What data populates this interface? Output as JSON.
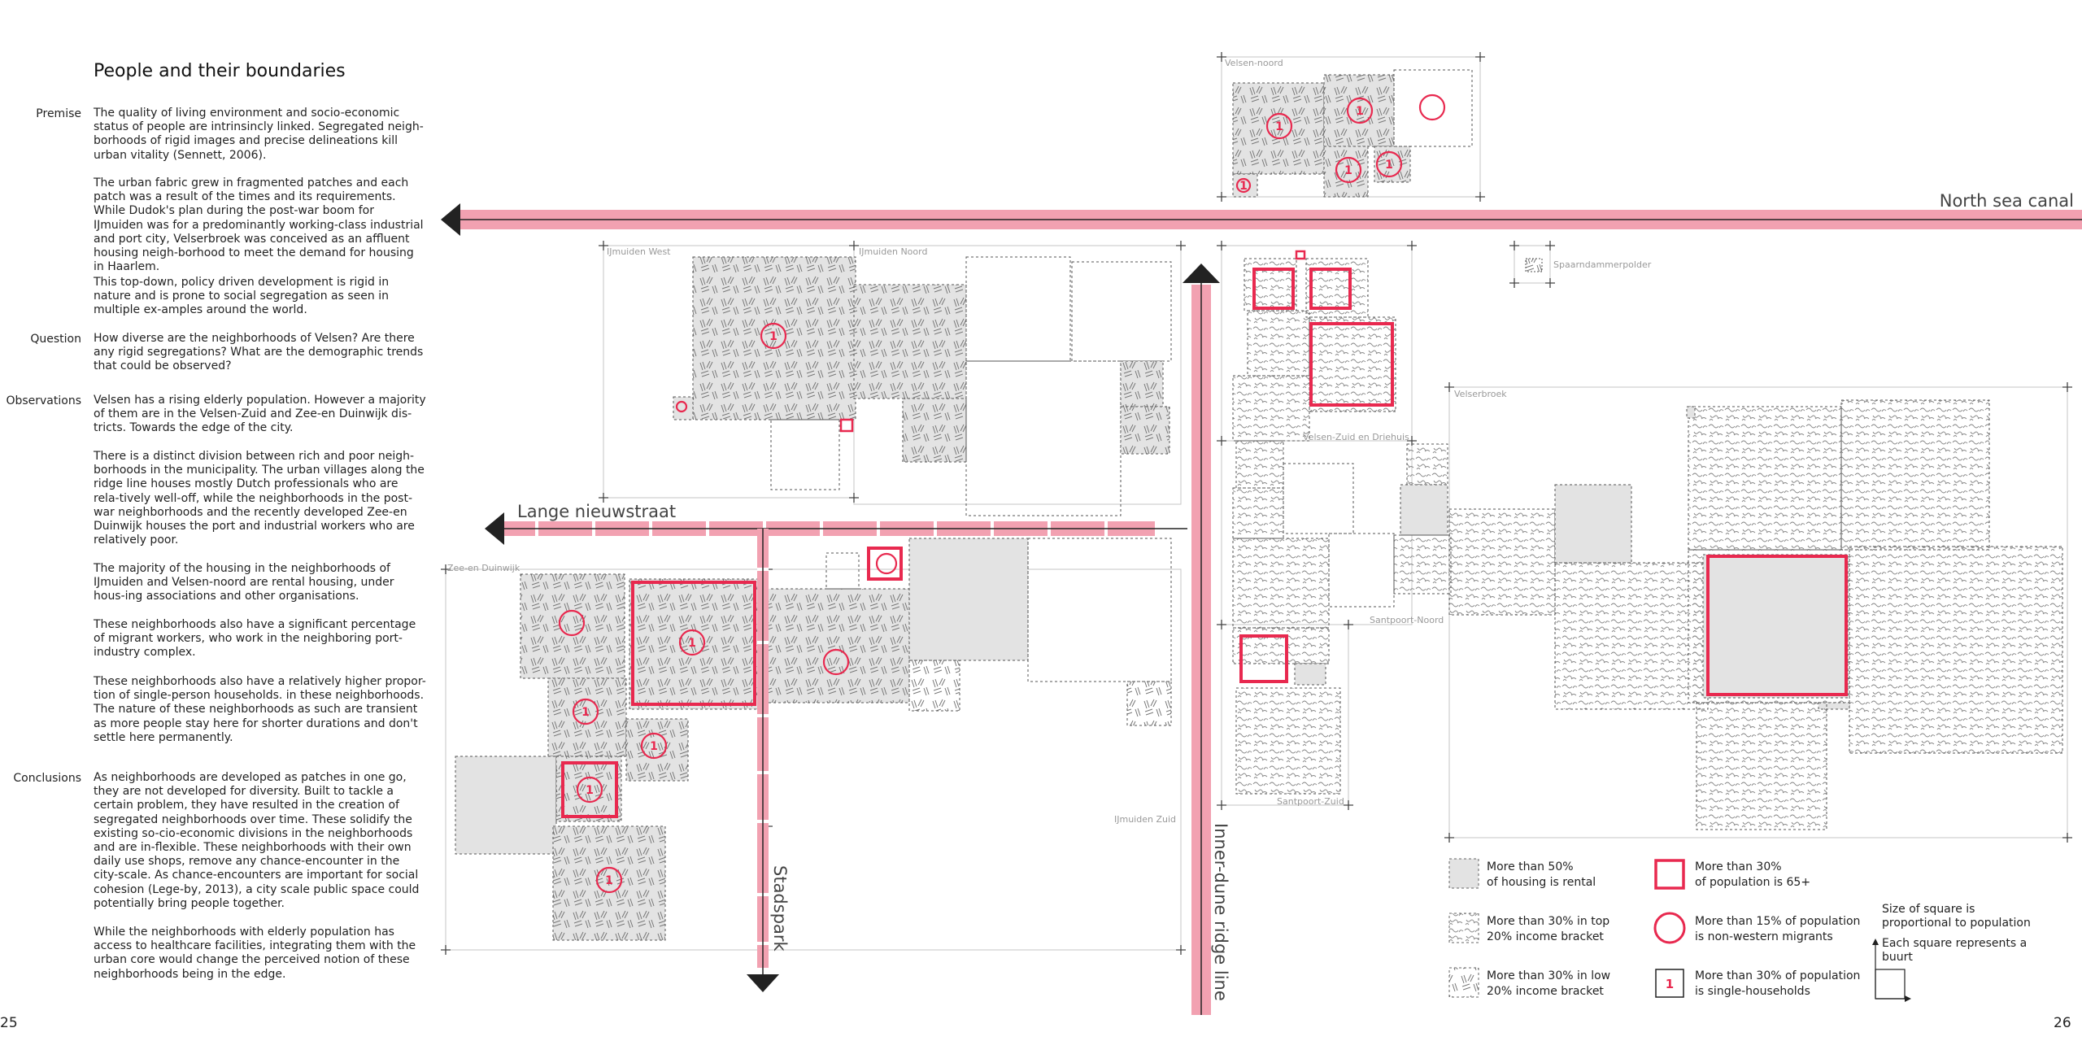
{
  "page": {
    "title": "People and their boundaries",
    "page_left": "25",
    "page_right": "26"
  },
  "sections": {
    "premise": {
      "label": "Premise",
      "p1": "The quality of living environment and socio-economic status of people are intrinsincly linked. Segregated neigh-borhoods of rigid images and precise delineations kill urban vitality (Sennett, 2006).",
      "p2": "The urban fabric grew in fragmented patches and each patch was a result of the times and its requirements. While Dudok's plan during the post-war boom for IJmuiden was for a predominantly working-class industrial and port city, Velserbroek was conceived as an affluent housing neigh-borhood to meet the demand for housing in Haarlem.",
      "p3": "This top-down, policy driven development is rigid in nature and is prone to social segregation as seen in multiple ex-amples around the world."
    },
    "question": {
      "label": "Question",
      "p1": "How diverse are the neighborhoods of Velsen? Are there any rigid segregations? What are the demographic trends that could be observed?"
    },
    "observations": {
      "label": "Observations",
      "p1": "Velsen has a rising elderly population. However a majority of them are in the Velsen-Zuid and Zee-en Duinwijk dis-tricts. Towards the edge of the city.",
      "p2": "There is a distinct division between rich and poor neigh-borhoods in the municipality. The urban villages along the ridge line houses mostly Dutch professionals who are rela-tively well-off, while the neighborhoods in the post-war neighborhoods and the recently developed Zee-en Duinwijk houses the port and industrial workers who are relatively poor.",
      "p3": "The majority of the housing in the neighborhoods of IJmuiden and Velsen-noord are rental housing, under hous-ing associations and other organisations.",
      "p4": "These neighborhoods also have a significant percentage of migrant workers, who work in the neighboring port-industry complex.",
      "p5": "These neighborhoods also have a relatively higher propor-tion of single-person households. in these neighborhoods. The nature of these neighborhoods as such are transient as more people stay here for shorter durations and don't settle here permanently."
    },
    "conclusions": {
      "label": "Conclusions",
      "p1": "As neighborhoods are developed as patches in one go, they are not developed for diversity. Built to tackle a certain problem, they have resulted in the creation of segregated neighborhoods over time. These solidify the existing so-cio-economic divisions in the neighborhoods and are in-flexible. These neighborhoods with their own daily use shops, remove any chance-encounter in the city-scale. As chance-encounters are important for social cohesion (Lege-by, 2013), a city scale public space could potentially bring people together.",
      "p2": "While the neighborhoods with elderly population has access to healthcare facilities, integrating them with the urban core would change the perceived notion of these neighborhoods being in the edge."
    }
  },
  "map": {
    "axes": {
      "north_sea_canal": "North sea canal",
      "lange_nieuwstraat": "Lange nieuwstraat",
      "stadspark": "Stadspark",
      "inner_dune": "Inner-dune ridge line"
    },
    "neighborhoods": {
      "velsen_noord": "Velsen-noord",
      "ijmuiden_west": "IJmuiden West",
      "ijmuiden_noord": "IJmuiden Noord",
      "spaarndammerpolder": "Spaarndammerpolder",
      "velserbroek": "Velserbroek",
      "velsen_zuid": "Velsen-Zuid en Driehuis",
      "zee_en_duinwijk": "Zee-en Duinwijk",
      "santpoort_noord": "Santpoort-Noord",
      "santpoort_zuid": "Santpoort-Zuid",
      "ijmuiden_zuid": "IJmuiden Zuid"
    },
    "single_marker": "1"
  },
  "legend": {
    "rental_1": "More than 50%",
    "rental_2": "of housing is rental",
    "top_1": "More than 30% in top",
    "top_2": "20% income bracket",
    "low_1": "More than 30% in low",
    "low_2": "20% income bracket",
    "elderly_1": "More than 30%",
    "elderly_2": "of population is 65+",
    "migrants_1": "More than 15% of population",
    "migrants_2": "is non-western migrants",
    "single_1": "More than 30% of population",
    "single_2": "is single-households",
    "size_1": "Size of square  is",
    "size_2": "proportional to population",
    "each_1": "Each square represents a",
    "each_2": "buurt",
    "single_marker": "1"
  },
  "colors": {
    "accent_red": "#e8294f",
    "axis_pink": "#f2a1b1",
    "rental_grey": "#e3e3e3",
    "boundary_grey": "#bdbdbd",
    "dark": "#222222"
  }
}
